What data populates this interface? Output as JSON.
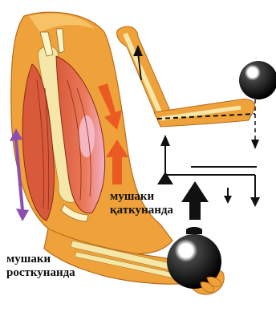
{
  "labels": {
    "contracted_line1": "мушаки",
    "contracted_line2": "қаткунанда",
    "relaxed_line1": "мушаки",
    "relaxed_line2": "росткунанда"
  },
  "colors": {
    "skin": "#f0a23a",
    "skin_light": "#f7c46a",
    "bone": "#f5e7a8",
    "muscle": "#e86a4a",
    "muscle_highlight": "#f2b0c8",
    "tendon": "#fff3c8",
    "arrow_orange": "#ea5a22",
    "arrow_purple": "#8a4fb0",
    "arrow_black": "#111111",
    "ball": "#111111"
  }
}
